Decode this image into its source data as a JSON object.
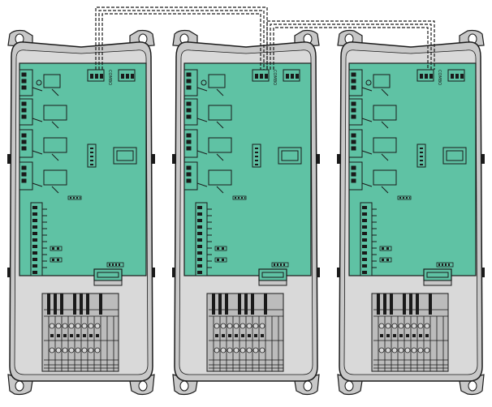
{
  "diagram": {
    "units": [
      {
        "combo_label": "COMBO"
      },
      {
        "combo_label": "COMBO"
      },
      {
        "combo_label": "COMBO"
      }
    ],
    "colors": {
      "enclosure": "#c8c8c8",
      "enclosure_inner": "#d9d9d9",
      "pcb": "#5fc2a4",
      "outline": "#1a1a1a",
      "terminal_block": "#bcbcbc",
      "cable": "#1a1a1a"
    }
  }
}
